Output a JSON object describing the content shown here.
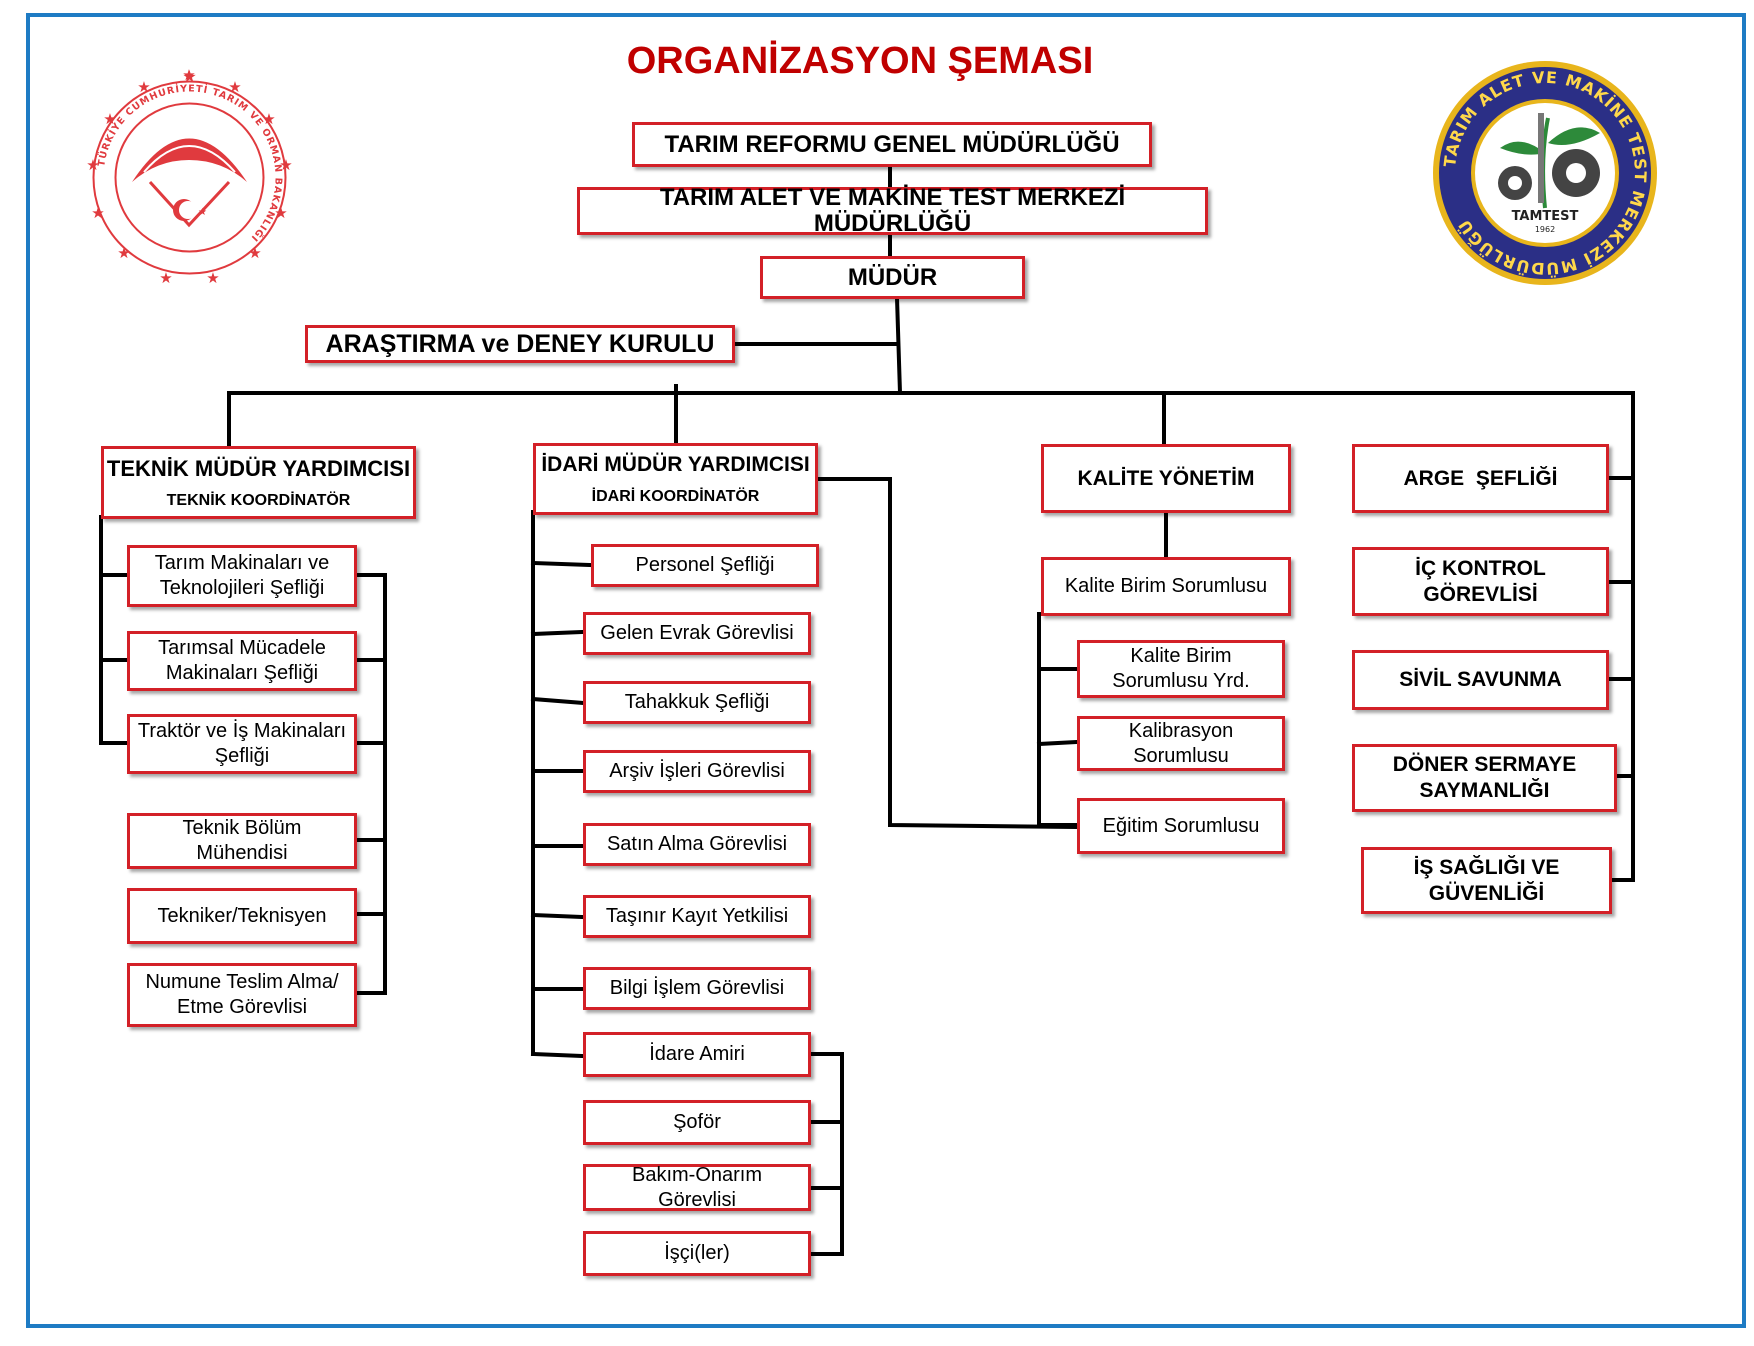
{
  "title": "ORGANİZASYON ŞEMASI",
  "top_boxes": {
    "general_directorate": "TARIM REFORMU GENEL MÜDÜRLÜĞÜ",
    "center_directorate": "TARIM ALET VE MAKİNE TEST MERKEZİ MÜDÜRLÜĞÜ",
    "director": "MÜDÜR",
    "research_board": "ARAŞTIRMA ve DENEY KURULU"
  },
  "technical": {
    "title": "TEKNİK MÜDÜR YARDIMCISI",
    "subtitle": "TEKNİK KOORDİNATÖR",
    "items": [
      "Tarım Makinaları ve Teknolojileri Şefliği",
      "Tarımsal Mücadele Makinaları Şefliği",
      "Traktör ve İş Makinaları Şefliği",
      "Teknik Bölüm Mühendisi",
      "Tekniker/Teknisyen",
      "Numune Teslim Alma/ Etme Görevlisi"
    ]
  },
  "administrative": {
    "title": "İDARİ MÜDÜR YARDIMCISI",
    "subtitle": "İDARİ KOORDİNATÖR",
    "items": [
      "Personel Şefliği",
      "Gelen Evrak Görevlisi",
      "Tahakkuk Şefliği",
      "Arşiv İşleri Görevlisi",
      "Satın Alma Görevlisi",
      "Taşınır Kayıt Yetkilisi",
      "Bilgi İşlem Görevlisi",
      "İdare Amiri",
      "Şoför",
      "Bakım-Onarım Görevlisi",
      "İşçi(ler)"
    ]
  },
  "quality": {
    "title": "KALİTE YÖNETİM",
    "head": "Kalite Birim Sorumlusu",
    "items": [
      "Kalite Birim Sorumlusu Yrd.",
      "Kalibrasyon Sorumlusu",
      "Eğitim Sorumlusu"
    ]
  },
  "right_column": [
    "ARGE  ŞEFLİĞİ",
    "İÇ KONTROL GÖREVLİSİ",
    "SİVİL SAVUNMA",
    "DÖNER SERMAYE SAYMANLIĞI",
    "İŞ SAĞLIĞI VE GÜVENLİĞİ"
  ],
  "logos": {
    "ministry_seal": "TÜRKİYE CUMHURİYETİ TARIM VE ORMAN BAKANLIĞI",
    "tamtest_ring": "TARIM ALET VE MAKİNE TEST MERKEZİ MÜDÜRLÜĞÜ",
    "tamtest_name": "TAMTEST",
    "tamtest_year": "1962"
  },
  "colors": {
    "frame": "#1e7bc4",
    "box_border": "#d32027",
    "title": "#c00000",
    "line": "#000000"
  }
}
